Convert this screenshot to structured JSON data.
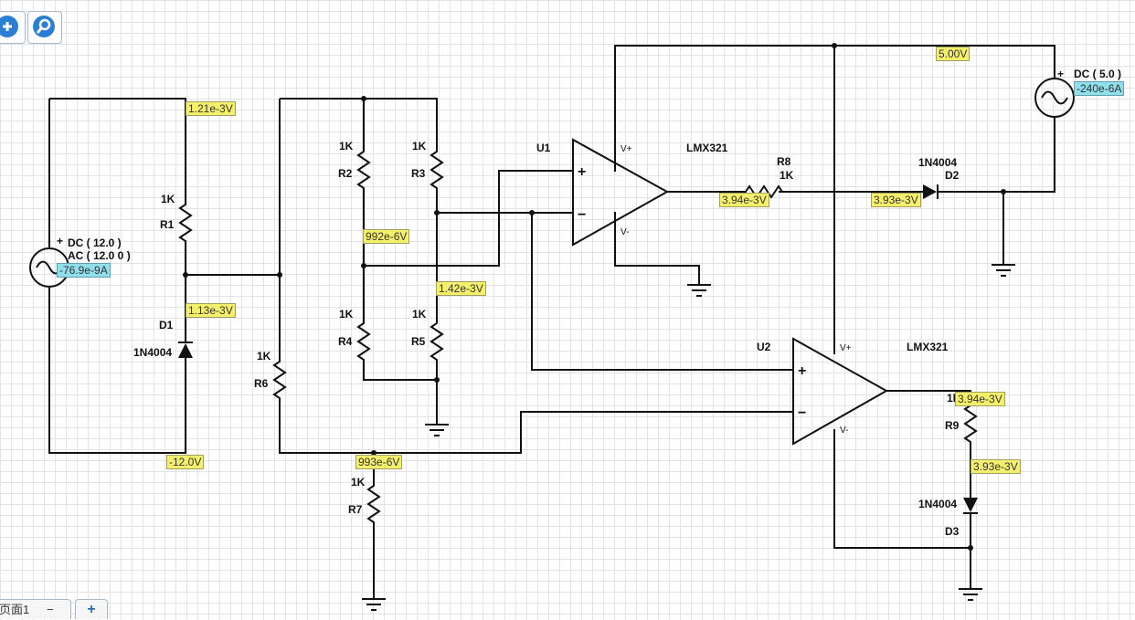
{
  "toolbar": {
    "zoom_in_icon": "zoom-in-icon",
    "zoom_out_icon": "zoom-out-icon"
  },
  "tabs": {
    "page_label": "页面1",
    "close_glyph": "−",
    "add_glyph": "+"
  },
  "components": {
    "v1": {
      "line1": "DC ( 12.0 )",
      "line2": "AC ( 12.0 0 )",
      "plus": "+"
    },
    "v2": {
      "line1": "DC ( 5.0 )",
      "plus": "+"
    },
    "r1": {
      "name": "R1",
      "value": "1K"
    },
    "r2": {
      "name": "R2",
      "value": "1K"
    },
    "r3": {
      "name": "R3",
      "value": "1K"
    },
    "r4": {
      "name": "R4",
      "value": "1K"
    },
    "r5": {
      "name": "R5",
      "value": "1K"
    },
    "r6": {
      "name": "R6",
      "value": "1K"
    },
    "r7": {
      "name": "R7",
      "value": "1K"
    },
    "r8": {
      "name": "R8",
      "value": "1K"
    },
    "r9": {
      "name": "R9",
      "value": "1K"
    },
    "d1": {
      "name": "D1",
      "part": "1N4004"
    },
    "d2": {
      "name": "D2",
      "part": "1N4004"
    },
    "d3": {
      "name": "D3",
      "part": "1N4004"
    },
    "u1": {
      "name": "U1",
      "part": "LMX321",
      "plus": "+",
      "minus": "−",
      "vplus": "V+",
      "vminus": "V-"
    },
    "u2": {
      "name": "U2",
      "part": "LMX321",
      "plus": "+",
      "minus": "−",
      "vplus": "V+",
      "vminus": "V-"
    }
  },
  "probes": {
    "v_r1_top": "1.21e-3V",
    "v_d1_top": "1.13e-3V",
    "v_bottom_left": "-12.0V",
    "i_v1": "-76.9e-9A",
    "v_r2_mid": "992e-6V",
    "v_r3_mid": "1.42e-3V",
    "v_r7_top": "993e-6V",
    "v_u1_out": "3.94e-3V",
    "v_d2_anode": "3.93e-3V",
    "v_supply": "5.00V",
    "i_v2": "-240e-6A",
    "v_u2_out": "3.94e-3V",
    "v_r9_bottom": "3.93e-3V"
  }
}
